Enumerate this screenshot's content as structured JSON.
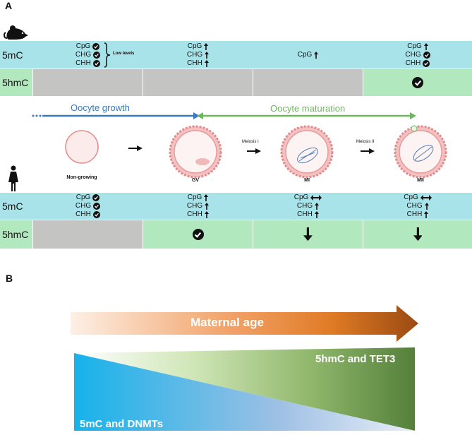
{
  "panel_a": {
    "label": "A",
    "mouse_icon": "mouse-icon",
    "human_icon": "woman-icon",
    "rows": {
      "mc": "5mC",
      "hmc": "5hmC"
    },
    "mouse_5mc": [
      {
        "lines": [
          {
            "t": "CpG",
            "m": "check"
          },
          {
            "t": "CHG",
            "m": "check"
          },
          {
            "t": "CHH",
            "m": "check"
          }
        ],
        "note": "Low levels"
      },
      {
        "lines": [
          {
            "t": "CpG",
            "m": "up"
          },
          {
            "t": "CHG",
            "m": "up"
          },
          {
            "t": "CHH",
            "m": "up"
          }
        ]
      },
      {
        "lines": [
          {
            "t": "CpG",
            "m": "up"
          }
        ]
      },
      {
        "lines": [
          {
            "t": "CpG",
            "m": "up"
          },
          {
            "t": "CHG",
            "m": "check"
          },
          {
            "t": "CHH",
            "m": "check"
          }
        ]
      }
    ],
    "mouse_5hmc": [
      "",
      "",
      "",
      "check"
    ],
    "human_5mc": [
      {
        "lines": [
          {
            "t": "CpG",
            "m": "check"
          },
          {
            "t": "CHG",
            "m": "check"
          },
          {
            "t": "CHH",
            "m": "check"
          }
        ]
      },
      {
        "lines": [
          {
            "t": "CpG",
            "m": "up"
          },
          {
            "t": "CHG",
            "m": "up"
          },
          {
            "t": "CHH",
            "m": "up"
          }
        ]
      },
      {
        "lines": [
          {
            "t": "CpG",
            "m": "both"
          },
          {
            "t": "CHG",
            "m": "up"
          },
          {
            "t": "CHH",
            "m": "up"
          }
        ]
      },
      {
        "lines": [
          {
            "t": "CpG",
            "m": "both"
          },
          {
            "t": "CHG",
            "m": "up"
          },
          {
            "t": "CHH",
            "m": "up"
          }
        ]
      }
    ],
    "human_5hmc": [
      "",
      "check",
      "down",
      "down"
    ],
    "growth_label": "Oocyte growth",
    "maturation_label": "Oocyte maturation",
    "stages": [
      "Non-growing",
      "GV",
      "MI",
      "MII"
    ],
    "meiosis1": "Meiosis I",
    "meiosis2": "Meiosis II",
    "colors": {
      "mc_row": "#a9e3ea",
      "hmc_green": "#b2e8bd",
      "hmc_gray": "#c4c5c3",
      "growth_blue": "#3a78c3",
      "maturation_green": "#6bb95a"
    }
  },
  "panel_b": {
    "label": "B",
    "arrow_label": "Maternal age",
    "top_label": "5hmC and TET3",
    "bottom_label": "5mC and DNMTs"
  }
}
